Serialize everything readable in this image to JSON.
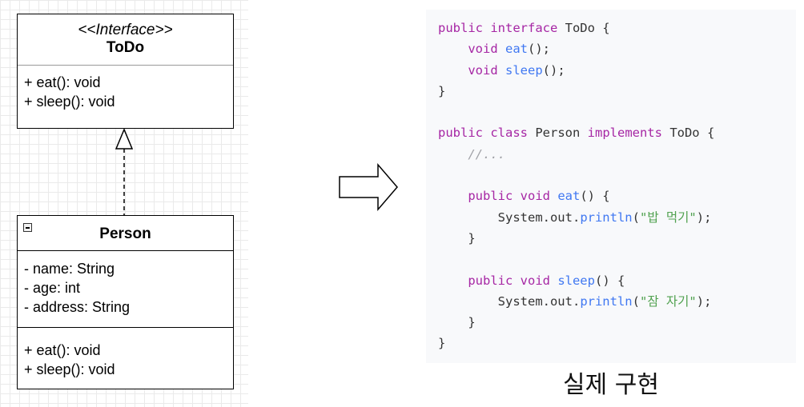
{
  "uml": {
    "interface_class": {
      "stereotype": "<<Interface>>",
      "name": "ToDo",
      "operations": [
        "+ eat(): void",
        "+ sleep(): void"
      ]
    },
    "person_class": {
      "name": "Person",
      "attributes": [
        "- name: String",
        "- age: int",
        "- address: String"
      ],
      "operations": [
        "+ eat(): void",
        "+ sleep(): void"
      ]
    }
  },
  "code": {
    "lines": [
      [
        {
          "t": "public interface ",
          "c": "kw"
        },
        {
          "t": "ToDo {",
          "c": "pl"
        }
      ],
      [
        {
          "t": "    void ",
          "c": "kw"
        },
        {
          "t": "eat",
          "c": "fn"
        },
        {
          "t": "();",
          "c": "pl"
        }
      ],
      [
        {
          "t": "    void ",
          "c": "kw"
        },
        {
          "t": "sleep",
          "c": "fn"
        },
        {
          "t": "();",
          "c": "pl"
        }
      ],
      [
        {
          "t": "}",
          "c": "pl"
        }
      ],
      [],
      [
        {
          "t": "public class ",
          "c": "kw"
        },
        {
          "t": "Person ",
          "c": "pl"
        },
        {
          "t": "implements ",
          "c": "kw"
        },
        {
          "t": "ToDo {",
          "c": "pl"
        }
      ],
      [
        {
          "t": "    //...",
          "c": "cm"
        }
      ],
      [],
      [
        {
          "t": "    public void ",
          "c": "kw"
        },
        {
          "t": "eat",
          "c": "fn"
        },
        {
          "t": "() {",
          "c": "pl"
        }
      ],
      [
        {
          "t": "        System.out.",
          "c": "pl"
        },
        {
          "t": "println",
          "c": "fn"
        },
        {
          "t": "(",
          "c": "pl"
        },
        {
          "t": "\"밥 먹기\"",
          "c": "str"
        },
        {
          "t": ");",
          "c": "pl"
        }
      ],
      [
        {
          "t": "    }",
          "c": "pl"
        }
      ],
      [],
      [
        {
          "t": "    public void ",
          "c": "kw"
        },
        {
          "t": "sleep",
          "c": "fn"
        },
        {
          "t": "() {",
          "c": "pl"
        }
      ],
      [
        {
          "t": "        System.out.",
          "c": "pl"
        },
        {
          "t": "println",
          "c": "fn"
        },
        {
          "t": "(",
          "c": "pl"
        },
        {
          "t": "\"잠 자기\"",
          "c": "str"
        },
        {
          "t": ");",
          "c": "pl"
        }
      ],
      [
        {
          "t": "    }",
          "c": "pl"
        }
      ],
      [
        {
          "t": "}",
          "c": "pl"
        }
      ]
    ]
  },
  "caption": "실제 구현",
  "colors": {
    "keyword": "#a626a4",
    "function": "#4078f2",
    "string": "#50a14f",
    "comment": "#a0a1a7",
    "code_background": "#f8f9fb"
  },
  "icons": {
    "collapse": "minus-square-icon",
    "transform_arrow": "right-arrow-icon"
  }
}
